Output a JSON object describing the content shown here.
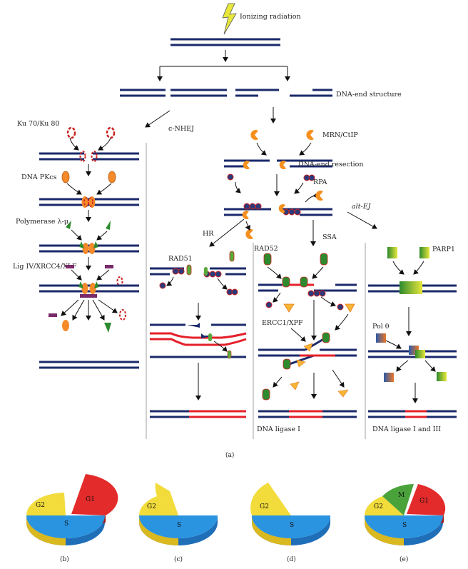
{
  "top": {
    "radiation": "Ionizing radiation",
    "dna_end_structure": "DNA-end structure"
  },
  "cnhej": {
    "branch": "c-NHEJ",
    "ku": "Ku 70/Ku 80",
    "dnapkcs": "DNA PKcs",
    "polymerase": "Polymerase λ-μ",
    "ligase": "Lig IV/XRCC4/XLF"
  },
  "resection": {
    "mrn": "MRN/CtIP",
    "resection": "DNA-end resection",
    "rpa": "RPA",
    "alt_ej": "alt-EJ"
  },
  "hr": {
    "branch": "HR",
    "rad51": "RAD51"
  },
  "ssa": {
    "branch": "SSA",
    "rad52": "RAD52",
    "ercc": "ERCC1/XPF",
    "ligase": "DNA ligase I"
  },
  "altej": {
    "parp": "PARP1",
    "pol": "Pol θ",
    "ligase": "DNA ligase I and III"
  },
  "panel_a": "(a)",
  "pies": [
    {
      "panel": "(b)",
      "labels": {
        "g1": "G1",
        "g2": "G2",
        "s": "S"
      }
    },
    {
      "panel": "(c)",
      "labels": {
        "g2": "G2",
        "s": "S"
      }
    },
    {
      "panel": "(d)",
      "labels": {
        "g2": "G2",
        "s": "S"
      }
    },
    {
      "panel": "(e)",
      "labels": {
        "m": "M",
        "g1": "G1",
        "g2": "G2",
        "s": "S"
      }
    }
  ],
  "colors": {
    "dna": "#1b2a6b",
    "repair": "#e5202a",
    "mrn": "#f5901e",
    "ku_red": "#cc2222",
    "pkcs": "#f58a2a",
    "rad51": "#5aa83a",
    "rpa_blue": "#2b3a7a",
    "pie_g1": "#e32b2b",
    "pie_g2": "#f2dc3b",
    "pie_s": "#2b94e0",
    "pie_m": "#4aa33a",
    "lightning": "#e8e83a"
  }
}
